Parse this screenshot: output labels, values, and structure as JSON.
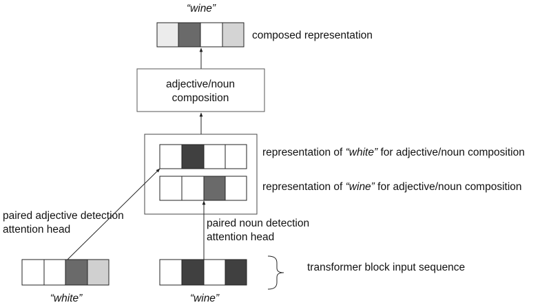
{
  "labels": {
    "top_word": "“wine”",
    "composed": "composed representation",
    "composition_line1": "adjective/noun",
    "composition_line2": "composition",
    "rep_white_pre": "representation of ",
    "rep_white_word": "“white”",
    "rep_white_post": " for adjective/noun composition",
    "rep_wine_pre": "representation of ",
    "rep_wine_word": "“wine”",
    "rep_wine_post": " for adjective/noun composition",
    "adj_head_line1": "paired adjective detection",
    "adj_head_line2": "attention head",
    "noun_head_line1": "paired noun detection",
    "noun_head_line2": "attention head",
    "input_sequence": "transformer block input sequence",
    "bottom_white": "“white”",
    "bottom_wine": "“wine”"
  },
  "vectors": {
    "composed": [
      "#ececec",
      "#6a6a6a",
      "#ffffff",
      "#d4d4d4"
    ],
    "rep_white": [
      "#ffffff",
      "#404040",
      "#ffffff",
      "#ffffff"
    ],
    "rep_wine": [
      "#ffffff",
      "#ffffff",
      "#6a6a6a",
      "#ffffff"
    ],
    "input_white": [
      "#ffffff",
      "#ffffff",
      "#6a6a6a",
      "#d0d0d0"
    ],
    "input_wine": [
      "#ffffff",
      "#404040",
      "#ffffff",
      "#404040"
    ]
  }
}
